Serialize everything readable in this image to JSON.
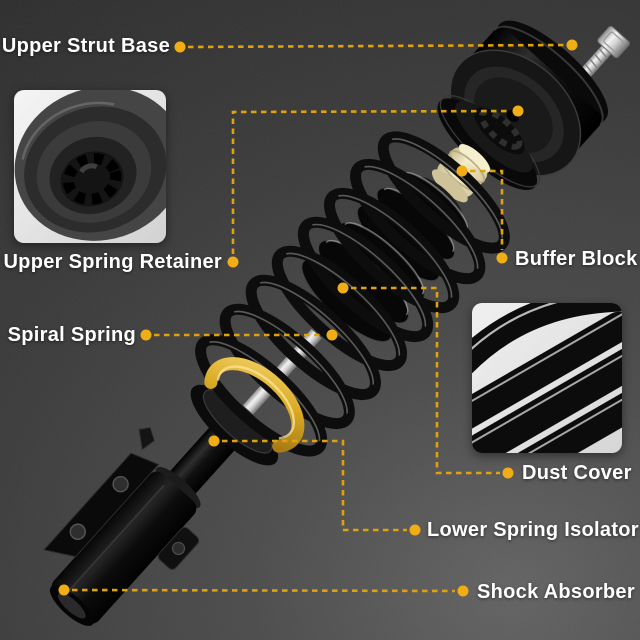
{
  "diagram": {
    "subject": "Front strut and coil spring assembly exploded-view parts diagram",
    "background_color": "#3a3a3a",
    "accent": {
      "leader_line_color": "#dfa10e",
      "leader_dot_color": "#f1ae14",
      "label_text_color": "#ffffff"
    },
    "part_colors": {
      "lower_spring_isolator_gold": "#d9a923",
      "buffer_block_cream": "#eae0b9",
      "metal_chrome": "#e8e8e8",
      "part_black": "#0d0d0d"
    },
    "labels": [
      {
        "id": "upper-strut-base",
        "text": "Upper Strut Base",
        "side": "left"
      },
      {
        "id": "upper-spring-retainer",
        "text": "Upper Spring Retainer",
        "side": "left"
      },
      {
        "id": "buffer-block",
        "text": "Buffer Block",
        "side": "right"
      },
      {
        "id": "spiral-spring",
        "text": "Spiral Spring",
        "side": "left"
      },
      {
        "id": "dust-cover",
        "text": "Dust Cover",
        "side": "right"
      },
      {
        "id": "lower-spring-isolator",
        "text": "Lower Spring Isolator",
        "side": "right"
      },
      {
        "id": "shock-absorber",
        "text": "Shock Absorber",
        "side": "right"
      }
    ],
    "insets": [
      {
        "id": "upper-spring-retainer-photo",
        "depicts": "Upper Spring Retainer close-up photo"
      },
      {
        "id": "dust-cover-photo",
        "depicts": "Dust Cover close-up photo"
      }
    ]
  }
}
